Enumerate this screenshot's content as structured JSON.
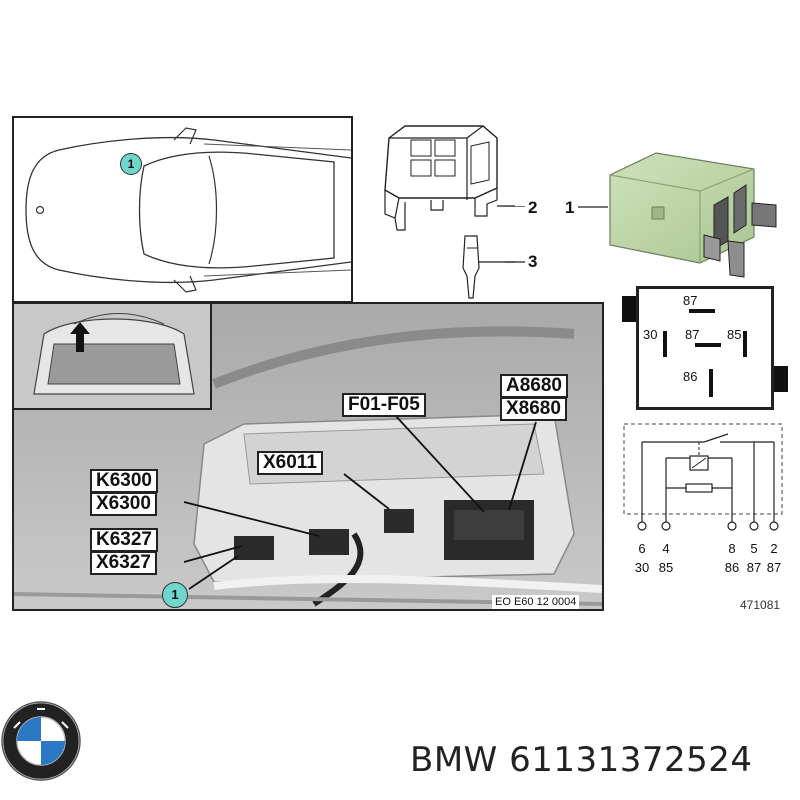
{
  "car_panel": {
    "callout": "1"
  },
  "parts": {
    "socket_number": "2",
    "terminal_number": "3",
    "relay_number": "1"
  },
  "relay_top_view": {
    "pins": [
      "87",
      "30",
      "87",
      "85",
      "86"
    ]
  },
  "photo_panel": {
    "labels": {
      "f01_f05": "F01-F05",
      "a8680": "A8680",
      "x8680": "X8680",
      "x6011": "X6011",
      "k6300": "K6300",
      "x6300": "X6300",
      "k6327": "K6327",
      "x6327": "X6327"
    },
    "callout": "1",
    "reference": "EO E60 12 0004"
  },
  "schematic": {
    "pin_numbers": [
      "6",
      "4",
      "8",
      "5",
      "2"
    ],
    "terminal_numbers": [
      "30",
      "85",
      "86",
      "87",
      "87"
    ]
  },
  "diagram_id": "471081",
  "footer": {
    "brand": "BMW",
    "part_number": "61131372524",
    "logo_letters": "BMW"
  },
  "colors": {
    "relay_body": "#bcd4a6",
    "callout_fill": "#6fd6cd",
    "photo_bg": "#b9b9b9",
    "logo_blue": "#2b78c4"
  }
}
